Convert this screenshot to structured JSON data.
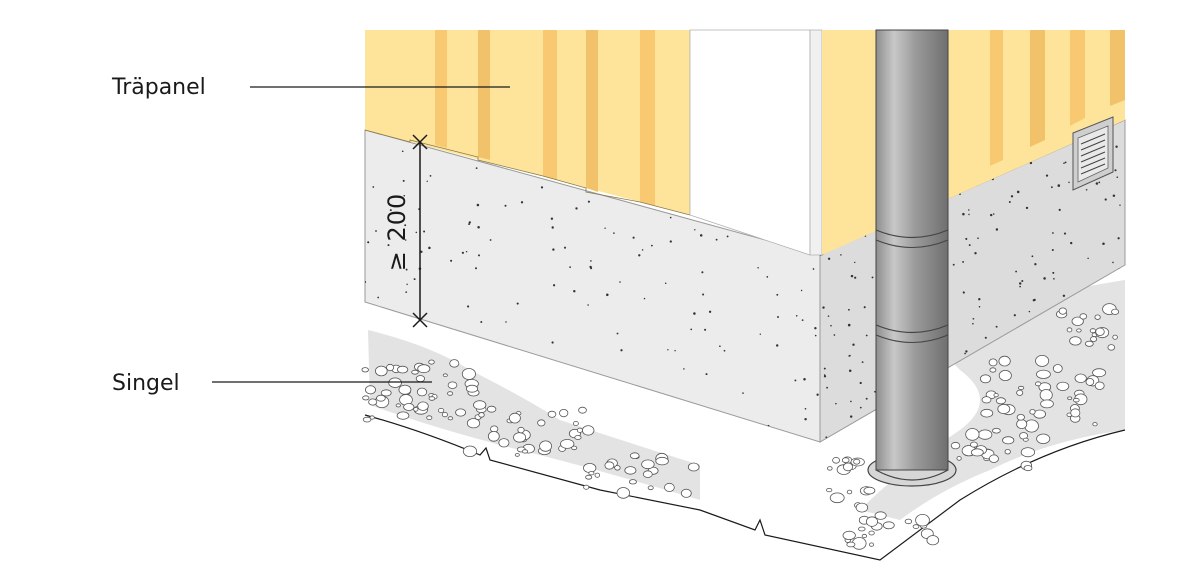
{
  "labels": {
    "wood_panel": "Träpanel",
    "gravel": "Singel",
    "dimension": "≥ 200"
  },
  "colors": {
    "wood_light": "#fde49a",
    "wood_dark": "#f8c971",
    "foundation_light": "#ececec",
    "foundation_dark": "#dcdcdc",
    "gravel": "#e3e3e3",
    "pipe": "#a9a9a9",
    "line": "#1a1a1a"
  }
}
